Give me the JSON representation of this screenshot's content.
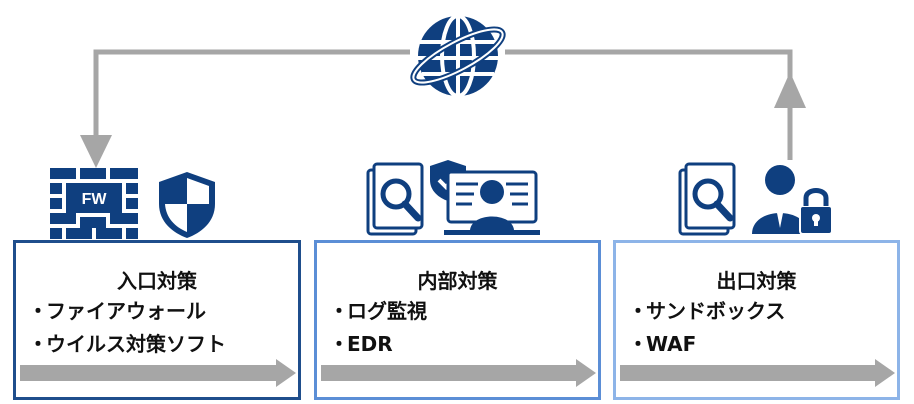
{
  "icons": {
    "globe": "globe-icon",
    "firewall": "firewall-icon",
    "shield": "shield-icon",
    "document_search": "document-search-icon",
    "shield_check": "shield-check-icon",
    "user_monitor": "user-monitor-icon",
    "user_lock": "user-lock-icon"
  },
  "firewall_label": "FW",
  "colors": {
    "navy": "#0f3f7f",
    "box1_border": "#1f4e8c",
    "box2_border": "#5b8ed6",
    "box3_border": "#8db4e8",
    "arrow_gray": "#a6a6a6"
  },
  "boxes": [
    {
      "title": "入口対策",
      "items": [
        "ファイアウォール",
        "ウイルス対策ソフト"
      ]
    },
    {
      "title": "内部対策",
      "items": [
        "ログ監視",
        "EDR"
      ]
    },
    {
      "title": "出口対策",
      "items": [
        "サンドボックス",
        "WAF"
      ]
    }
  ],
  "bullet": "・"
}
